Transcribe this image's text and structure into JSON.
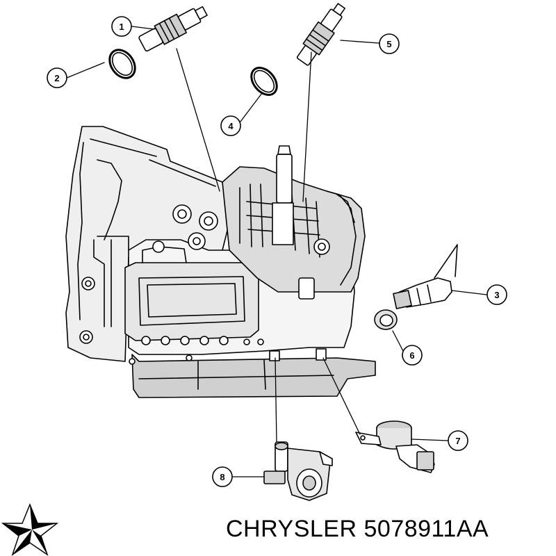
{
  "caption": {
    "brand": "CHRYSLER",
    "part_number": "5078911AA"
  },
  "callouts": [
    {
      "id": "callout-1",
      "label": "1"
    },
    {
      "id": "callout-2",
      "label": "2"
    },
    {
      "id": "callout-3",
      "label": "3"
    },
    {
      "id": "callout-4",
      "label": "4"
    },
    {
      "id": "callout-5",
      "label": "5"
    },
    {
      "id": "callout-6",
      "label": "6"
    },
    {
      "id": "callout-7",
      "label": "7"
    },
    {
      "id": "callout-8",
      "label": "8"
    }
  ],
  "logo": {
    "icon": "pentastar-icon"
  },
  "colors": {
    "line": "#000000",
    "shade": "#d9d9d9",
    "dark_shade": "#a6a6a6"
  }
}
